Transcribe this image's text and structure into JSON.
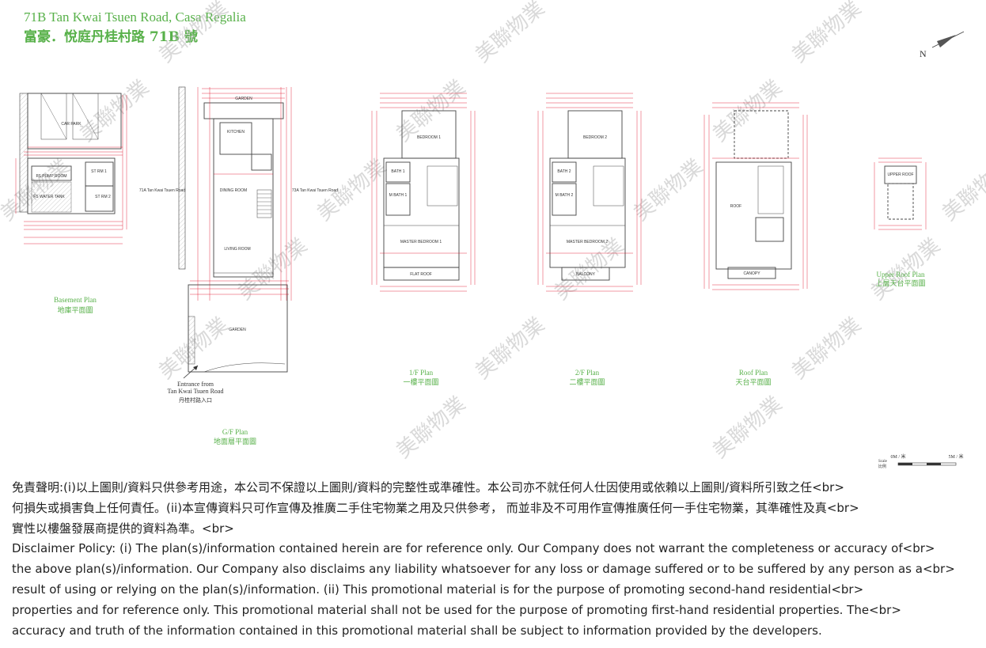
{
  "header": {
    "title_en": "71B Tan Kwai Tsuen Road, Casa Regalia",
    "title_zh": "富豪．悅庭丹桂村路 71B 號"
  },
  "compass": {
    "label": "N"
  },
  "watermark": {
    "text": "美聯物業"
  },
  "plans": {
    "basement": {
      "en": "Basement Plan",
      "zh": "地庫平面圖",
      "rooms": [
        "CAR PARK",
        "FS PUMP ROOM",
        "ST RM 1",
        "FS WATER TANK",
        "ST RM 2"
      ]
    },
    "gf": {
      "en": "G/F Plan",
      "zh": "地面層平面圖",
      "rooms": [
        "GARDEN",
        "KITCHEN",
        "DINING ROOM",
        "LIVING ROOM",
        "GARDEN"
      ],
      "entrance_en": "Entrance from",
      "entrance_en2": "Tan Kwai Tsuen Road",
      "entrance_zh": "丹桂村路入口",
      "neighbor_left": "71A Tan Kwai Tsuen Road",
      "neighbor_right": "73A Tan Kwai Tsuen Road"
    },
    "f1": {
      "en": "1/F Plan",
      "zh": "一樓平面圖",
      "rooms": [
        "BEDROOM 1",
        "BATH 1",
        "M BATH 1",
        "MASTER BEDROOM 1",
        "FLAT ROOF"
      ]
    },
    "f2": {
      "en": "2/F Plan",
      "zh": "二樓平面圖",
      "rooms": [
        "BEDROOM 2",
        "BATH 2",
        "M BATH 2",
        "MASTER BEDROOM 2",
        "BALCONY"
      ]
    },
    "roof": {
      "en": "Roof Plan",
      "zh": "天台平面圖",
      "rooms": [
        "ROOF",
        "CANOPY"
      ]
    },
    "upper_roof": {
      "en": "Upper Roof Plan",
      "zh": "上層天台平面圖",
      "rooms": [
        "UPPER ROOF"
      ]
    }
  },
  "scale": {
    "left": "0M / 米",
    "right": "5M / 米",
    "label": "Scale",
    "label_zh": "比例"
  },
  "disclaimer": {
    "lines": [
      "免責聲明:(i)以上圖則/資料只供參考用途，本公司不保證以上圖則/資料的完整性或準確性。本公司亦不就任何人仕因使用或依賴以上圖則/資料所引致之任<br>",
      "何損失或損害負上任何責任。(ii)本宣傳資料只可作宣傳及推廣二手住宅物業之用及只供參考， 而並非及不可用作宣傳推廣任何一手住宅物業，其準確性及真<br>",
      "實性以樓盤發展商提供的資料為準。<br>",
      "Disclaimer Policy: (i) The plan(s)/information contained herein are for reference only. Our Company does not warrant the completeness or accuracy of<br>",
      "the above plan(s)/information. Our Company also disclaims any liability whatsoever for any loss or damage suffered or to be suffered by any person as a<br>",
      "result of using or relying on the plan(s)/information. (ii) This promotional material is for the purpose of promoting second-hand residential<br>",
      "properties and for reference only. This promotional material shall not be used for the purpose of promoting first-hand residential properties. The<br>",
      "accuracy and truth of the information contained in this promotional material shall be subject to information provided by the developers."
    ]
  }
}
